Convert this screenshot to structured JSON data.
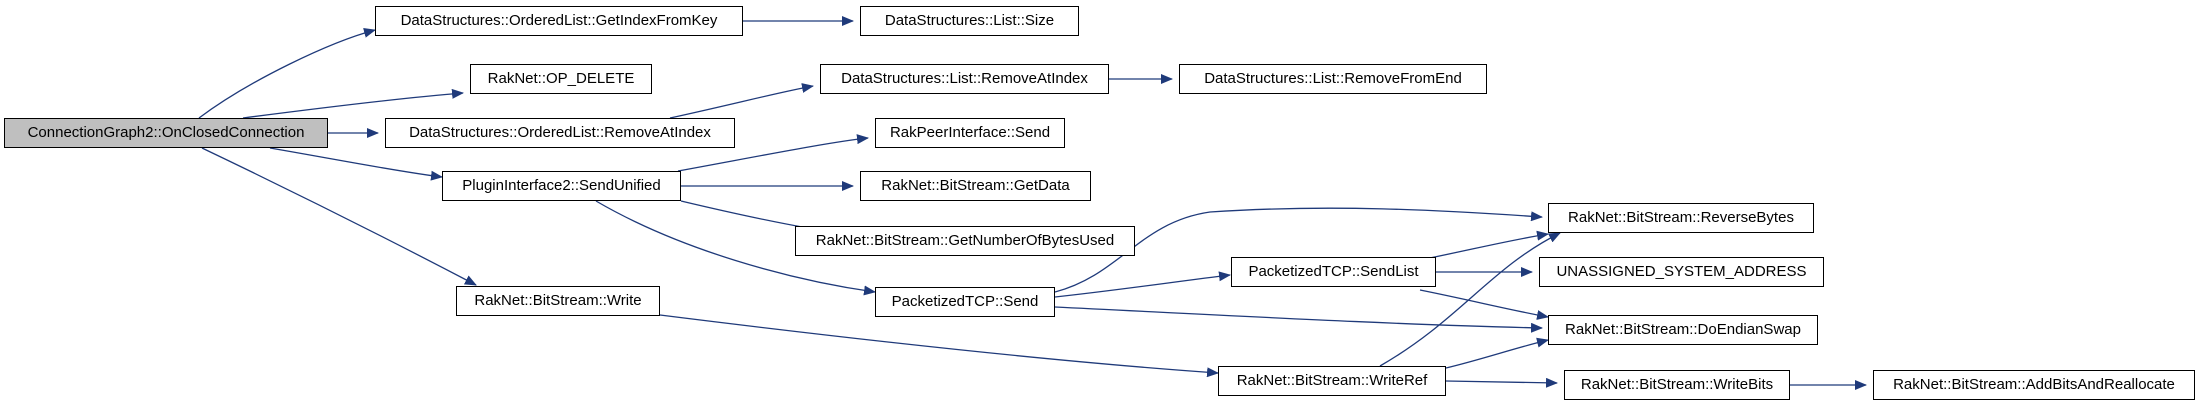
{
  "nodes": {
    "root": "ConnectionGraph2::OnClosedConnection",
    "ol_getindex": "DataStructures::OrderedList::GetIndexFromKey",
    "list_size": "DataStructures::List::Size",
    "op_delete": "RakNet::OP_DELETE",
    "list_removeat": "DataStructures::List::RemoveAtIndex",
    "list_removeend": "DataStructures::List::RemoveFromEnd",
    "ol_removeat": "DataStructures::OrderedList::RemoveAtIndex",
    "rakpeer_send": "RakPeerInterface::Send",
    "plugin_sendunified": "PluginInterface2::SendUnified",
    "bs_getdata": "RakNet::BitStream::GetData",
    "bs_getnumbytes": "RakNet::BitStream::GetNumberOfBytesUsed",
    "bs_reversebytes": "RakNet::BitStream::ReverseBytes",
    "ptcp_sendlist": "PacketizedTCP::SendList",
    "unassigned": "UNASSIGNED_SYSTEM_ADDRESS",
    "ptcp_send": "PacketizedTCP::Send",
    "bs_write": "RakNet::BitStream::Write",
    "bs_endianswap": "RakNet::BitStream::DoEndianSwap",
    "bs_writeref": "RakNet::BitStream::WriteRef",
    "bs_writebits": "RakNet::BitStream::WriteBits",
    "bs_addbits": "RakNet::BitStream::AddBitsAndReallocate"
  },
  "colors": {
    "edge": "#1f3a7a",
    "node_border": "#000000",
    "root_fill": "#bfbfbf"
  }
}
